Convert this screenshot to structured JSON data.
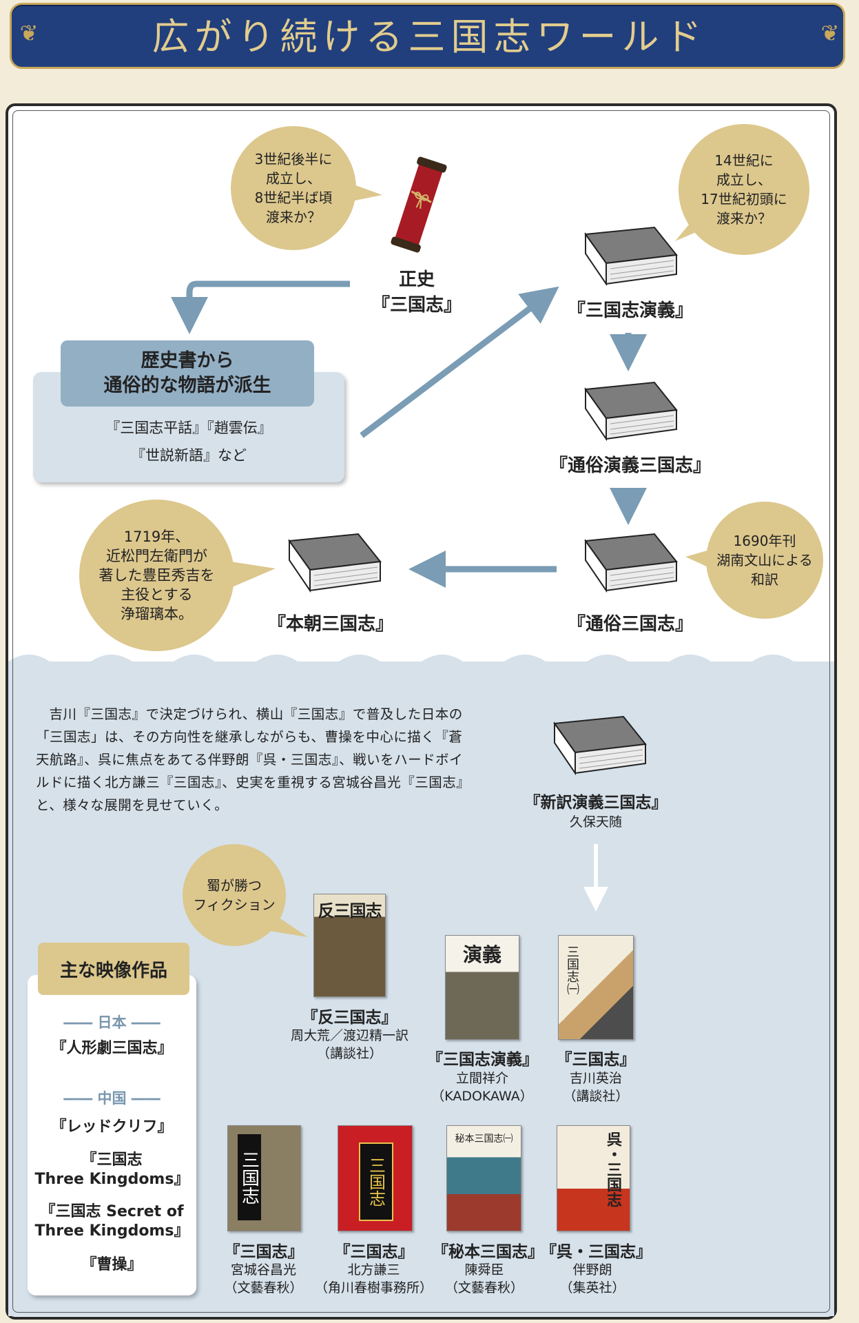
{
  "title": "広がり続ける三国志ワールド",
  "seishi": {
    "line1": "正史",
    "line2": "『三国志』"
  },
  "bubble_seishi": [
    "3世紀後半に",
    "成立し、",
    "8世紀半ば頃",
    "渡来か？"
  ],
  "bubble_engi": [
    "14世紀に",
    "成立し、",
    "17世紀初頭に",
    "渡来か？"
  ],
  "engi": "『三国志演義』",
  "derive": {
    "head1": "歴史書から",
    "head2": "通俗的な物語が派生",
    "body1": "『三国志平話』『趙雲伝』",
    "body2": "『世説新語』など"
  },
  "tsuzoku_engi": "『通俗演義三国志』",
  "tsuzoku": "『通俗三国志』",
  "bubble_tsuzoku": [
    "1690年刊",
    "湖南文山による",
    "和訳"
  ],
  "honcho": "『本朝三国志』",
  "bubble_honcho": [
    "1719年、",
    "近松門左衛門が",
    "著した豊臣秀吉を",
    "主役とする",
    "浄瑠璃本。"
  ],
  "paragraph": "吉川『三国志』で決定づけられ、横山『三国志』で普及した日本の「三国志」は、その方向性を継承しながらも、曹操を中心に描く『蒼天航路』、呉に焦点をあてる伴野朗『呉・三国志』、戦いをハードボイルドに描く北方謙三『三国志』、史実を重視する宮城谷昌光『三国志』と、様々な展開を見せていく。",
  "shinyaku": {
    "title": "『新訳演義三国志』",
    "author": "久保天随"
  },
  "bubble_fiction": [
    "蜀が勝つ",
    "フィクション"
  ],
  "han": {
    "title": "『反三国志』",
    "author": "周大荒／渡辺精一訳",
    "pub": "（講談社）",
    "cover_text": "反三国志"
  },
  "tachima": {
    "title": "『三国志演義』",
    "author": "立間祥介",
    "pub": "（KADOKAWA）",
    "cover_text": "演義"
  },
  "yoshikawa": {
    "title": "『三国志』",
    "author": "吉川英治",
    "pub": "（講談社）",
    "cover_text": "三国志㈠"
  },
  "miyagi": {
    "title": "『三国志』",
    "author": "宮城谷昌光",
    "pub": "（文藝春秋）",
    "cover_text": "三国志"
  },
  "kitakata": {
    "title": "『三国志』",
    "author": "北方謙三",
    "pub": "（角川春樹事務所）",
    "cover_text": "三国志"
  },
  "hihon": {
    "title": "『秘本三国志』",
    "author": "陳舜臣",
    "pub": "（文藝春秋）",
    "cover_text": "秘本三国志㈠"
  },
  "go": {
    "title": "『呉・三国志』",
    "author": "伴野朗",
    "pub": "（集英社）",
    "cover_text": "呉・三国志"
  },
  "video": {
    "head": "主な映像作品",
    "japan": "日本",
    "japan_items": [
      "『人形劇三国志』"
    ],
    "china": "中国",
    "china_items": [
      "『レッドクリフ』",
      "『三国志",
      "Three Kingdoms』",
      "『三国志 Secret of",
      "Three Kingdoms』",
      "『曹操』"
    ]
  },
  "colors": {
    "banner": "#213f7d",
    "gold": "#dcc78d",
    "arrow": "#7a9cb5",
    "lower": "#d6e1ea"
  }
}
